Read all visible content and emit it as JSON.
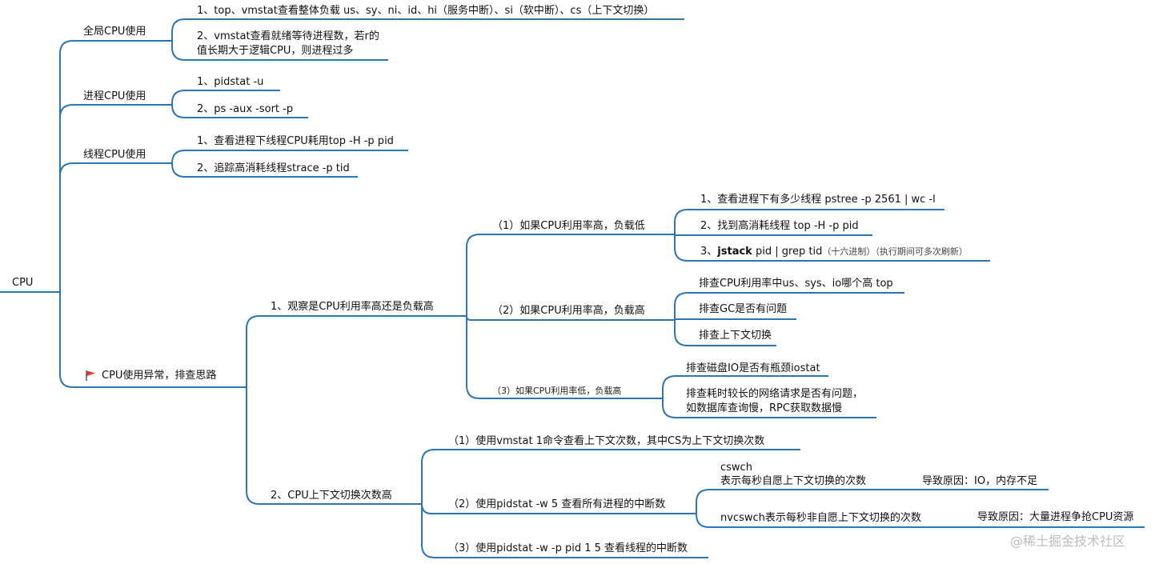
{
  "root": "CPU",
  "line_color": "#2e75b6",
  "global": {
    "label": "全局CPU使用",
    "items": [
      "1、top、vmstat查看整体负载 us、sy、ni、id、hi（服务中断）、si（软中断）、cs（上下文切换）",
      "2、vmstat查看就绪等待进程数，若r的",
      "值长期大于逻辑CPU，则进程过多"
    ]
  },
  "process": {
    "label": "进程CPU使用",
    "items": [
      "1、pidstat -u",
      "2、ps -aux -sort -p"
    ]
  },
  "thread": {
    "label": "线程CPU使用",
    "items": [
      "1、查看进程下线程CPU耗用top -H -p pid",
      "2、追踪高消耗线程strace -p tid"
    ]
  },
  "abnormal": {
    "label": "CPU使用异常，排查思路",
    "flag_icon": "red-flag",
    "observe": {
      "label": "1、观察是CPU利用率高还是负载高",
      "case1": {
        "label": "（1）如果CPU利用率高，负载低",
        "items": [
          "1、查看进程下有多少线程 pstree -p 2561 | wc -l",
          "2、找到高消耗线程 top -H -p pid"
        ],
        "item3_prefix": "3、",
        "item3_bold": "jstack",
        "item3_rest": " pid | grep tid",
        "item3_note": "（十六进制）（执行期间可多次刷新）"
      },
      "case2": {
        "label": "（2）如果CPU利用率高，负载高",
        "items": [
          "排查CPU利用率中us、sys、io哪个高 top",
          "排查GC是否有问题",
          "排查上下文切换"
        ]
      },
      "case3": {
        "label": "（3）如果CPU利用率低，负载高",
        "items": [
          "排查磁盘IO是否有瓶颈iostat",
          "排查耗时较长的网络请求是否有问题，",
          "如数据库查询慢，RPC获取数据慢"
        ]
      }
    },
    "context": {
      "label": "2、CPU上下文切换次数高",
      "step1": "（1）使用vmstat 1命令查看上下文次数，其中CS为上下文切换次数",
      "step2": {
        "label": "（2）使用pidstat -w 5 查看所有进程的中断数",
        "cswch_1": "cswch",
        "cswch_2": "表示每秒自愿上下文切换的次数",
        "cswch_cause": "导致原因：IO，内存不足",
        "nvcswch": "nvcswch表示每秒非自愿上下文切换的次数",
        "nvcswch_cause": "导致原因：大量进程争抢CPU资源"
      },
      "step3": "（3）使用pidstat -w -p pid 1 5 查看线程的中断数"
    }
  },
  "watermark": "@稀土掘金技术社区"
}
